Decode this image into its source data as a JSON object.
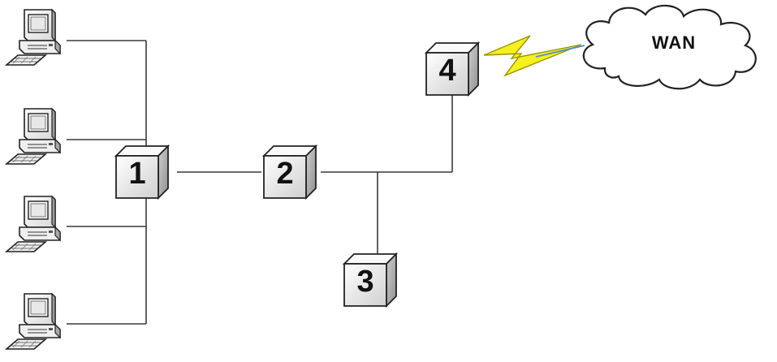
{
  "devices": [
    {
      "id": "1",
      "label": "1"
    },
    {
      "id": "2",
      "label": "2"
    },
    {
      "id": "3",
      "label": "3"
    },
    {
      "id": "4",
      "label": "4"
    }
  ],
  "cloud": {
    "label": "WAN"
  },
  "workstations": [
    {
      "icon": "computer-icon"
    },
    {
      "icon": "computer-icon"
    },
    {
      "icon": "computer-icon"
    },
    {
      "icon": "computer-icon"
    }
  ],
  "colors": {
    "line": "#3a3a3a",
    "box_front": "#ededed",
    "box_top": "#fafafa",
    "box_side": "#b9b9b9",
    "lightning": "#f5f01e",
    "wan_link": "#4a8fd6"
  }
}
